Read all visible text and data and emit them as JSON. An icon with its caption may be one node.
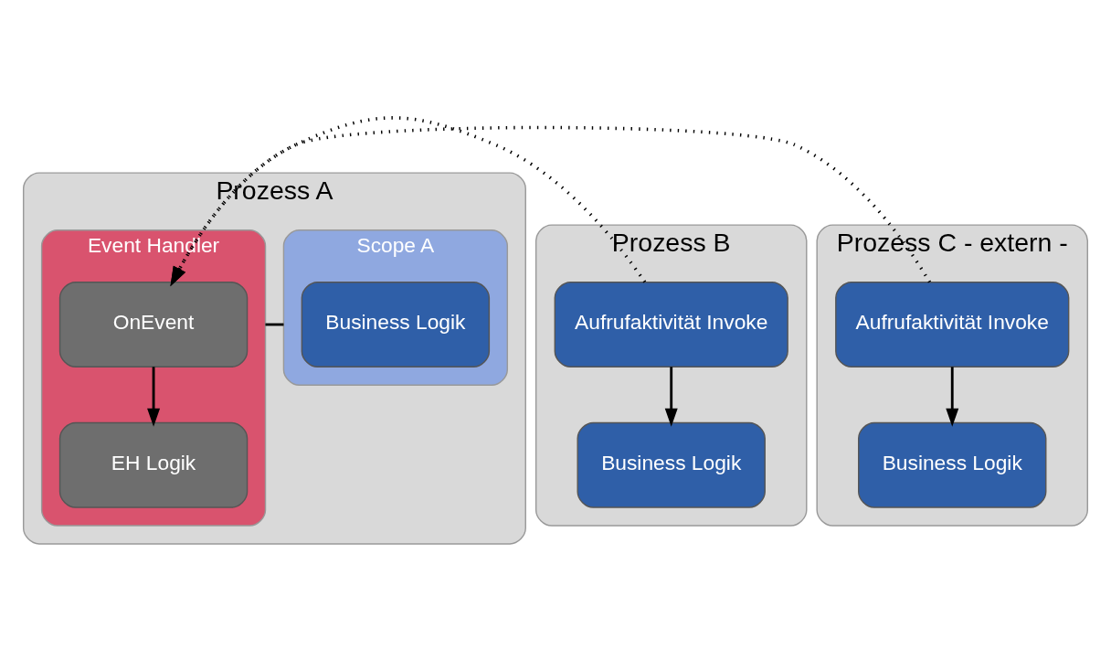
{
  "diagram": {
    "nodes": [
      {
        "text": [
          "Prozess A"
        ]
      },
      {
        "text": [
          "Scope A"
        ],
        "in": 0
      },
      {
        "text": [
          "Business Logik"
        ],
        "in": 1
      },
      {
        "text": [
          "Event Handler"
        ],
        "in": 0
      },
      {
        "text": [
          "OnEvent"
        ],
        "in": 3
      },
      {
        "text": [
          "EH Logik"
        ],
        "in": 3
      },
      {
        "text": [
          "Prozess B"
        ]
      },
      {
        "text": [
          "Aufrufaktivität Invoke"
        ],
        "in": 6
      },
      {
        "text": [
          "Business Logik"
        ],
        "in": 6
      },
      {
        "text": [
          "Prozess C - extern -"
        ]
      },
      {
        "text": [
          "Aufrufaktivität Invoke"
        ],
        "in": 9
      },
      {
        "text": [
          "Business Logik"
        ],
        "in": 9
      }
    ],
    "edges": [
      {
        "from": 1,
        "to": 3,
        "arrow": "none"
      },
      {
        "from": 4,
        "to": 5,
        "arrow": "to"
      },
      {
        "from": 7,
        "to": 4,
        "arrow": "to",
        "style": "dashed"
      },
      {
        "from": 10,
        "to": 4,
        "arrow": "to",
        "style": "dashed"
      },
      {
        "from": 7,
        "to": 8,
        "arrow": "to"
      },
      {
        "from": 10,
        "to": 11,
        "arrow": "to"
      }
    ]
  }
}
